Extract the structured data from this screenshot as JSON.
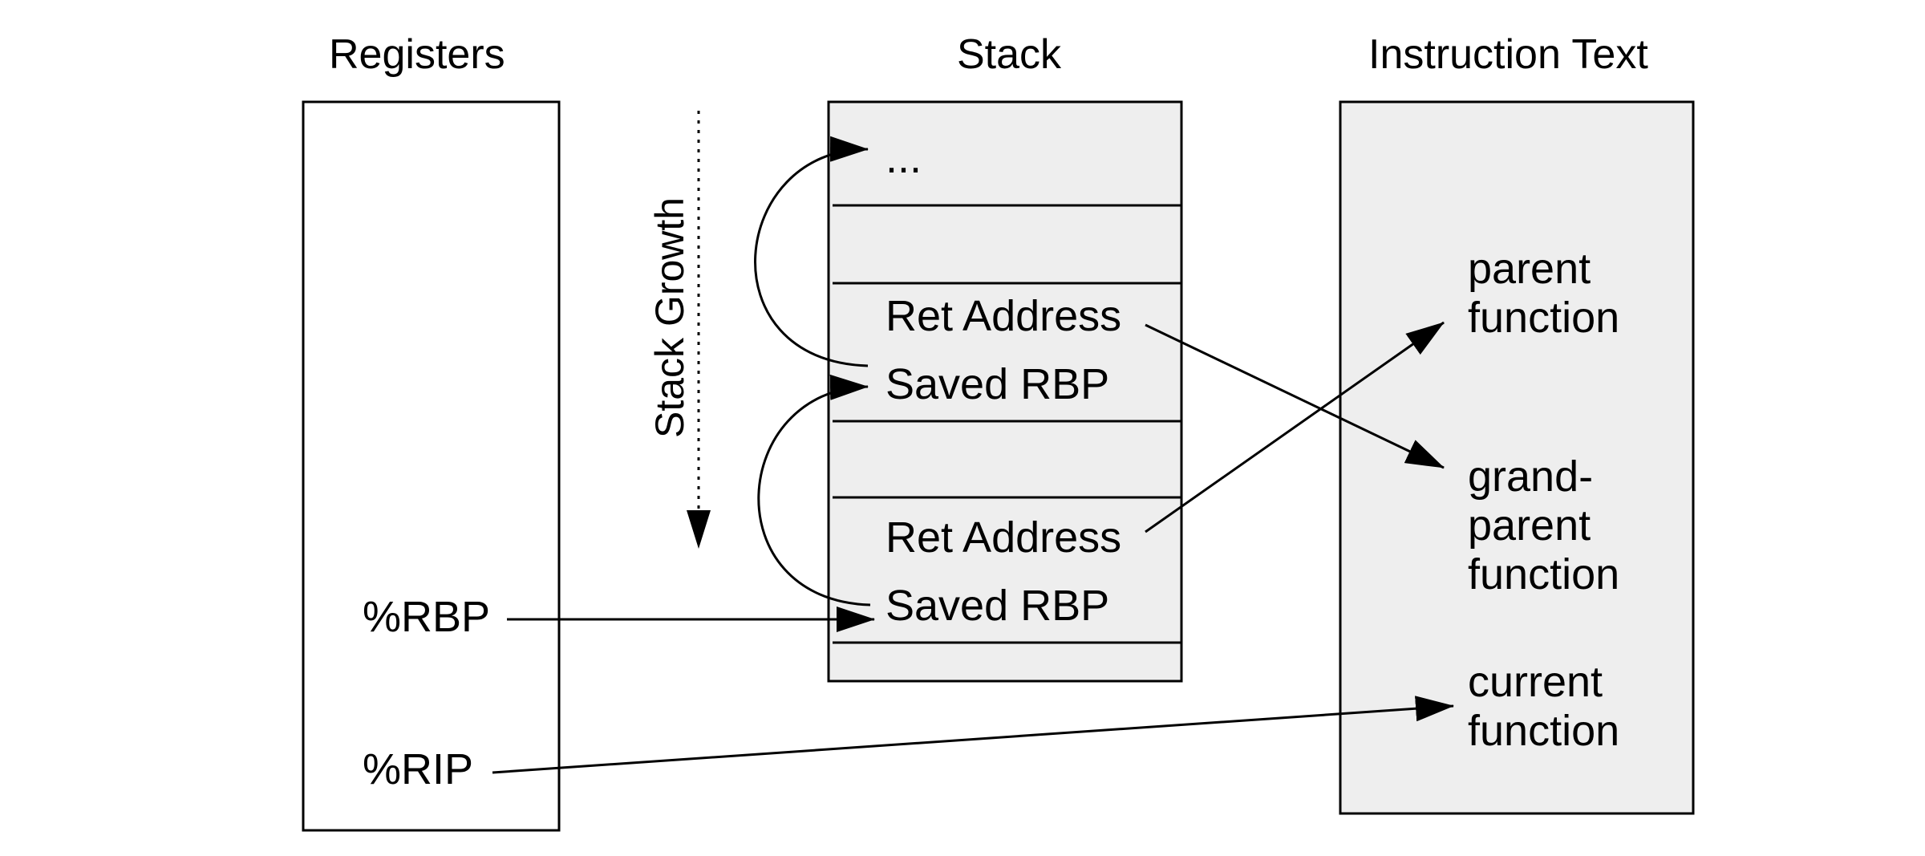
{
  "titles": {
    "registers": "Registers",
    "stack": "Stack",
    "instruction_text": "Instruction Text"
  },
  "registers": {
    "rbp": "%RBP",
    "rip": "%RIP"
  },
  "stack": {
    "growth_label": "Stack Growth",
    "top_cell": "...",
    "ret_address_1": "Ret Address",
    "saved_rbp_1": "Saved RBP",
    "ret_address_2": "Ret Address",
    "saved_rbp_2": "Saved RBP"
  },
  "functions": {
    "parent": [
      "parent",
      "function"
    ],
    "grandparent": [
      "grand-",
      "parent",
      "function"
    ],
    "current": [
      "current",
      "function"
    ]
  },
  "colors": {
    "panel_fill": "#eeeeee",
    "line": "#000000",
    "background": "#ffffff"
  }
}
